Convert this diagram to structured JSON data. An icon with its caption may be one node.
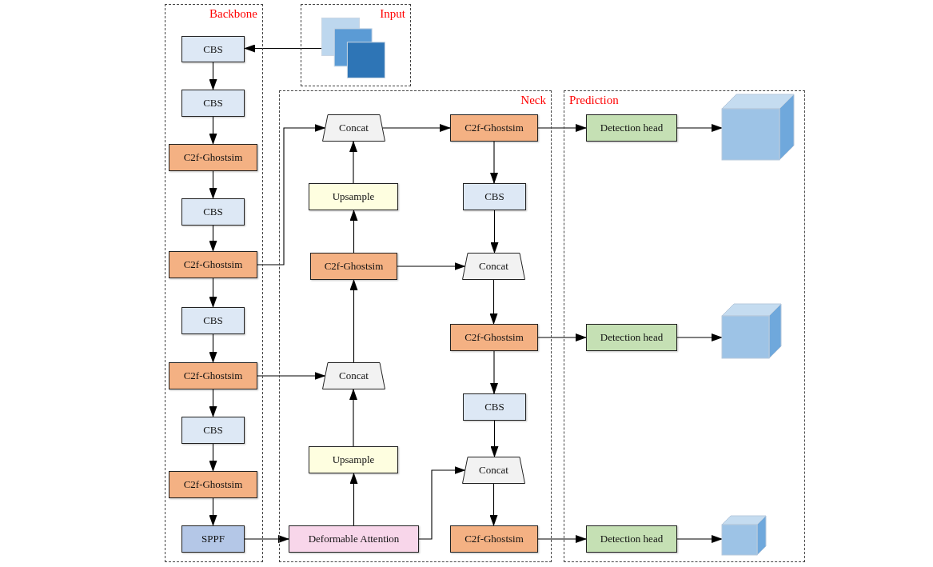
{
  "diagram": {
    "nodes": [
      {
        "text": [
          "Backbone"
        ]
      },
      {
        "text": [
          "CBS"
        ],
        "in": 0
      },
      {
        "text": [
          "CBS"
        ],
        "in": 0
      },
      {
        "text": [
          "C2f-Ghostsim"
        ],
        "in": 0
      },
      {
        "text": [
          "CBS"
        ],
        "in": 0
      },
      {
        "text": [
          "C2f-Ghostsim"
        ],
        "in": 0
      },
      {
        "text": [
          "CBS"
        ],
        "in": 0
      },
      {
        "text": [
          "C2f-Ghostsim"
        ],
        "in": 0
      },
      {
        "text": [
          "CBS"
        ],
        "in": 0
      },
      {
        "text": [
          "C2f-Ghostsim"
        ],
        "in": 0
      },
      {
        "text": [
          "SPPF"
        ],
        "in": 0
      },
      {
        "text": [
          "Input"
        ]
      },
      {
        "text": [],
        "shape": "picture",
        "in": 11
      },
      {
        "text": [
          "Neck"
        ]
      },
      {
        "text": [
          "Concat"
        ],
        "in": 13
      },
      {
        "text": [
          "Upsample"
        ],
        "in": 13
      },
      {
        "text": [
          "C2f-Ghostsim"
        ],
        "in": 13
      },
      {
        "text": [
          "Concat"
        ],
        "in": 13
      },
      {
        "text": [
          "Upsample"
        ],
        "in": 13
      },
      {
        "text": [
          "Deformable Attention"
        ],
        "in": 13
      },
      {
        "text": [
          "C2f-Ghostsim"
        ],
        "in": 13
      },
      {
        "text": [
          "CBS"
        ],
        "in": 13
      },
      {
        "text": [
          "Concat"
        ],
        "in": 13
      },
      {
        "text": [
          "C2f-Ghostsim"
        ],
        "in": 13
      },
      {
        "text": [
          "CBS"
        ],
        "in": 13
      },
      {
        "text": [
          "Concat"
        ],
        "in": 13
      },
      {
        "text": [
          "C2f-Ghostsim"
        ],
        "in": 13
      },
      {
        "text": [
          "Prediction"
        ]
      },
      {
        "text": [
          "Detection head"
        ],
        "in": 27
      },
      {
        "text": [
          "Detection head"
        ],
        "in": 27
      },
      {
        "text": [
          "Detection head"
        ],
        "in": 27
      },
      {
        "text": [],
        "shape": "cube",
        "in": 27
      },
      {
        "text": [],
        "shape": "cube",
        "in": 27
      },
      {
        "text": [],
        "shape": "cube",
        "in": 27
      }
    ],
    "edges": [
      {
        "from": 12,
        "to": 1,
        "arrow": "to"
      },
      {
        "from": 1,
        "to": 2,
        "arrow": "to"
      },
      {
        "from": 2,
        "to": 3,
        "arrow": "to"
      },
      {
        "from": 3,
        "to": 4,
        "arrow": "to"
      },
      {
        "from": 4,
        "to": 5,
        "arrow": "to"
      },
      {
        "from": 5,
        "to": 6,
        "arrow": "to"
      },
      {
        "from": 6,
        "to": 7,
        "arrow": "to"
      },
      {
        "from": 7,
        "to": 8,
        "arrow": "to"
      },
      {
        "from": 8,
        "to": 9,
        "arrow": "to"
      },
      {
        "from": 9,
        "to": 10,
        "arrow": "to"
      },
      {
        "from": 10,
        "to": 19,
        "arrow": "to"
      },
      {
        "from": 5,
        "to": 14,
        "arrow": "to"
      },
      {
        "from": 7,
        "to": 17,
        "arrow": "to"
      },
      {
        "from": 19,
        "to": 18,
        "arrow": "to"
      },
      {
        "from": 18,
        "to": 17,
        "arrow": "to"
      },
      {
        "from": 17,
        "to": 16,
        "arrow": "to"
      },
      {
        "from": 16,
        "to": 15,
        "arrow": "to"
      },
      {
        "from": 15,
        "to": 14,
        "arrow": "to"
      },
      {
        "from": 14,
        "to": 20,
        "arrow": "to"
      },
      {
        "from": 20,
        "to": 21,
        "arrow": "to"
      },
      {
        "from": 21,
        "to": 22,
        "arrow": "to"
      },
      {
        "from": 16,
        "to": 22,
        "arrow": "to"
      },
      {
        "from": 22,
        "to": 23,
        "arrow": "to"
      },
      {
        "from": 23,
        "to": 24,
        "arrow": "to"
      },
      {
        "from": 24,
        "to": 25,
        "arrow": "to"
      },
      {
        "from": 19,
        "to": 25,
        "arrow": "to"
      },
      {
        "from": 25,
        "to": 26,
        "arrow": "to"
      },
      {
        "from": 20,
        "to": 28,
        "arrow": "to"
      },
      {
        "from": 23,
        "to": 29,
        "arrow": "to"
      },
      {
        "from": 26,
        "to": 30,
        "arrow": "to"
      },
      {
        "from": 28,
        "to": 31,
        "arrow": "to"
      },
      {
        "from": 29,
        "to": 32,
        "arrow": "to"
      },
      {
        "from": 30,
        "to": 33,
        "arrow": "to"
      }
    ]
  }
}
